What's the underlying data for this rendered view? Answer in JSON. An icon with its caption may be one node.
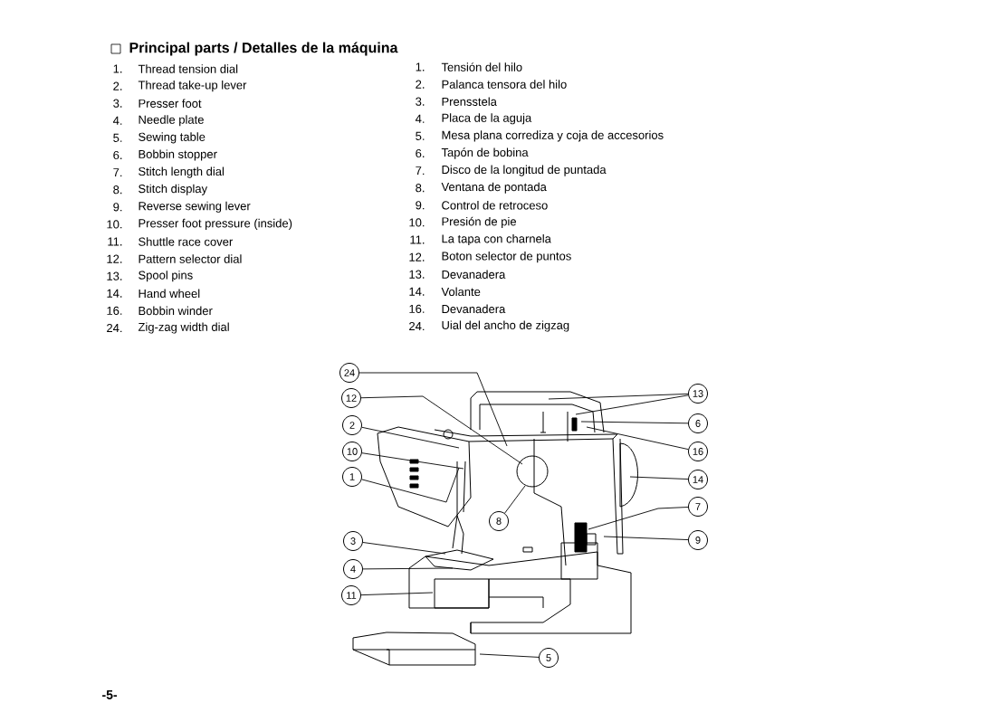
{
  "diagram": {
    "title": "Principal parts / Detalles de la máquina",
    "nodes": [
      {
        "text": [
          "24"
        ]
      },
      {
        "text": [
          "12"
        ]
      },
      {
        "text": [
          "2"
        ]
      },
      {
        "text": [
          "10"
        ]
      },
      {
        "text": [
          "1"
        ]
      },
      {
        "text": [
          "3"
        ]
      },
      {
        "text": [
          "4"
        ]
      },
      {
        "text": [
          "11"
        ]
      },
      {
        "text": [
          "13"
        ]
      },
      {
        "text": [
          "6"
        ]
      },
      {
        "text": [
          "16"
        ]
      },
      {
        "text": [
          "14"
        ]
      },
      {
        "text": [
          "7"
        ]
      },
      {
        "text": [
          "9"
        ]
      },
      {
        "text": [
          "8"
        ]
      },
      {
        "text": [
          "5"
        ]
      }
    ],
    "edges": [
      {
        "from": 0,
        "to": null,
        "arrow": "none"
      },
      {
        "from": 1,
        "to": null,
        "arrow": "none"
      },
      {
        "from": 2,
        "to": null,
        "arrow": "none"
      },
      {
        "from": 3,
        "to": null,
        "arrow": "none"
      },
      {
        "from": 4,
        "to": null,
        "arrow": "none"
      },
      {
        "from": 5,
        "to": null,
        "arrow": "none"
      },
      {
        "from": 6,
        "to": null,
        "arrow": "none"
      },
      {
        "from": 7,
        "to": null,
        "arrow": "none"
      },
      {
        "from": 8,
        "to": null,
        "arrow": "none"
      },
      {
        "from": 8,
        "to": null,
        "arrow": "none"
      },
      {
        "from": 9,
        "to": null,
        "arrow": "none"
      },
      {
        "from": 10,
        "to": null,
        "arrow": "none"
      },
      {
        "from": 11,
        "to": null,
        "arrow": "none"
      },
      {
        "from": 12,
        "to": null,
        "arrow": "none"
      },
      {
        "from": 13,
        "to": null,
        "arrow": "none"
      },
      {
        "from": 14,
        "to": null,
        "arrow": "none"
      },
      {
        "from": 15,
        "to": null,
        "arrow": "none"
      }
    ],
    "labels": [
      "1.",
      "Thread tension dial",
      "1.",
      "Tensión del hilo",
      "2.",
      "Thread take-up lever",
      "2.",
      "Palanca tensora del hilo",
      "3.",
      "Presser foot",
      "3.",
      "Prensstela",
      "4.",
      "Needle plate",
      "4.",
      "Placa de la aguja",
      "5.",
      "Sewing table",
      "5.",
      "Mesa plana corrediza y coja de accesorios",
      "6.",
      "Bobbin stopper",
      "6.",
      "Tapón de bobina",
      "7.",
      "Stitch length dial",
      "7.",
      "Disco de la longitud de puntada",
      "8.",
      "Stitch display",
      "8.",
      "Ventana de pontada",
      "9.",
      "Reverse sewing lever",
      "9.",
      "Control de retroceso",
      "10.",
      "Presser foot pressure (inside)",
      "10.",
      "Presión de pie",
      "11.",
      "Shuttle race cover",
      "11.",
      "La tapa con charnela",
      "12.",
      "Pattern selector dial",
      "12.",
      "Boton selector de puntos",
      "13.",
      "Spool pins",
      "13.",
      "Devanadera",
      "14.",
      "Hand wheel",
      "14.",
      "Volante",
      "16.",
      "Bobbin winder",
      "16.",
      "Devanadera",
      "24.",
      "Zig-zag width dial",
      "24.",
      "Uial del ancho de zigzag",
      "-5-"
    ]
  }
}
